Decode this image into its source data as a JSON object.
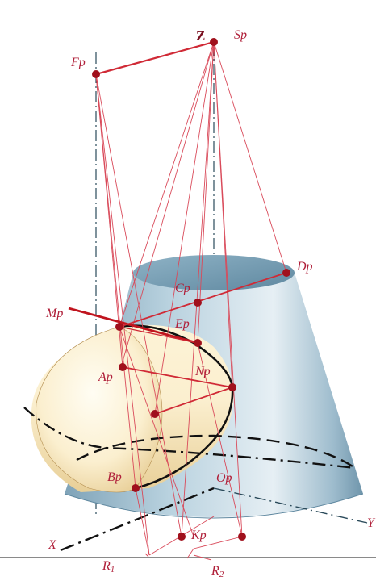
{
  "labels": {
    "z": "Z",
    "sp": "Sp",
    "fp": "Fp",
    "dp": "Dp",
    "cp": "Cp",
    "mp": "Mp",
    "ep": "Ep",
    "ap": "Ap",
    "np": "Np",
    "bp": "Bp",
    "op": "Op",
    "kp": "Kp",
    "x": "X",
    "y": "Y",
    "r1": "R",
    "r1_sub": "1",
    "r2": "R",
    "r2_sub": "2"
  },
  "colors": {
    "construction": "#d94a5a",
    "point": "#a0101c",
    "axis": "#1a1a1a",
    "ground": "#8a8a8a",
    "cone_light": "#eef3f6",
    "cone_mid": "#a9c6d6",
    "cone_dark": "#6f95ab",
    "cylinder_light": "#fffbe9",
    "cylinder_mid": "#f5e3b4",
    "cylinder_dark": "#e3c88c"
  }
}
